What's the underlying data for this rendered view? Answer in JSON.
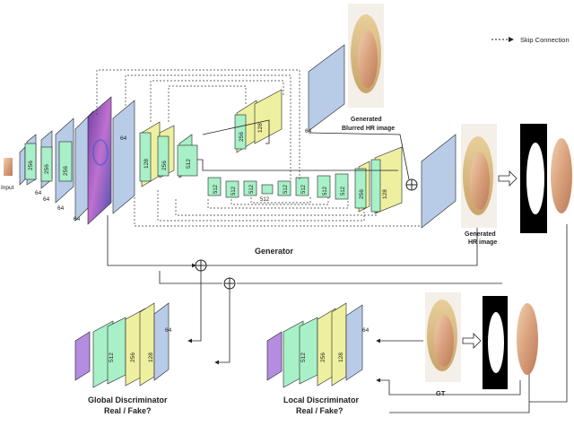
{
  "legend": {
    "skip_connection": "Skip Connection"
  },
  "labels": {
    "input": "Input",
    "generator": "Generator",
    "gen_blurred_line1": "Generated",
    "gen_blurred_line2": "Blurred HR image",
    "gen_hr_line1": "Generated",
    "gen_hr_line2": "HR image",
    "gt": "GT",
    "global_disc_line1": "Global Discriminator",
    "global_disc_line2": "Real / Fake?",
    "local_disc_line1": "Local Discriminator",
    "local_disc_line2": "Real / Fake?"
  },
  "numbers": {
    "n64": "64",
    "n128": "128",
    "n256": "256",
    "n512": "512"
  },
  "colors": {
    "green": "#a8f0c8",
    "green_dark": "#6fd6a0",
    "yellow": "#eef0a0",
    "blue": "#b8cce8",
    "purple": "#b48ce0",
    "face": "#d9a07c"
  }
}
